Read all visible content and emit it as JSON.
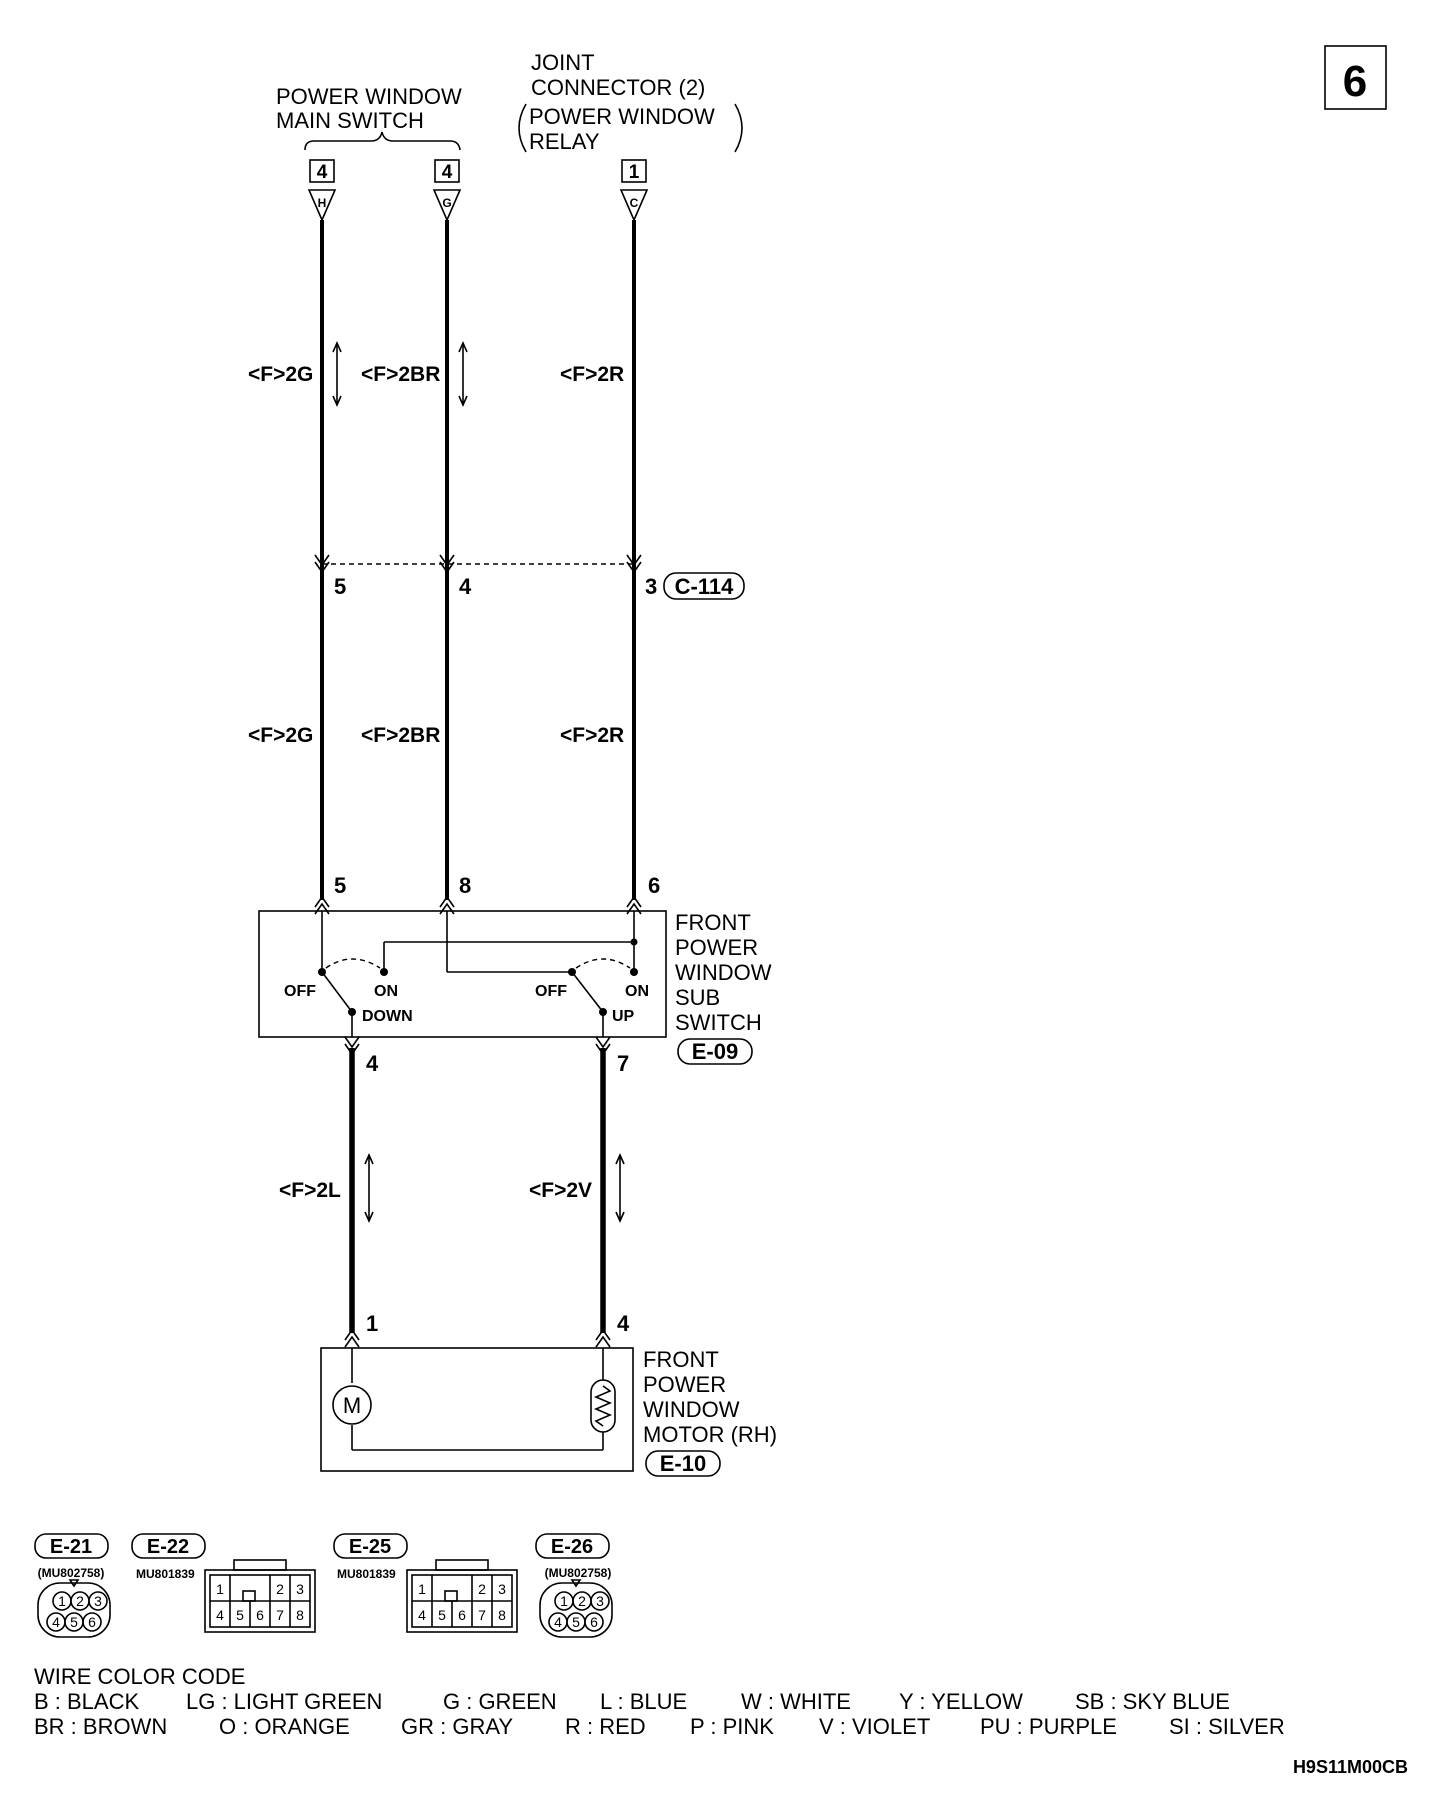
{
  "page_number": "6",
  "diagram_code": "H9S11M00CB",
  "top": {
    "main_switch_lines": [
      "POWER WINDOW",
      "MAIN SWITCH"
    ],
    "joint_lines": [
      "JOINT",
      "CONNECTOR (2)",
      "POWER WINDOW",
      "RELAY"
    ]
  },
  "terminals": [
    {
      "box": "4",
      "letter": "H"
    },
    {
      "box": "4",
      "letter": "G"
    },
    {
      "box": "1",
      "letter": "C"
    }
  ],
  "wire_labels": {
    "upper": [
      "<F>2G",
      "<F>2BR",
      "<F>2R"
    ],
    "middle": [
      "<F>2G",
      "<F>2BR",
      "<F>2R"
    ],
    "lower": [
      "<F>2L",
      "<F>2V"
    ]
  },
  "pins": {
    "junction": [
      "5",
      "4",
      "3"
    ],
    "switch_top": [
      "5",
      "8",
      "6"
    ],
    "switch_bottom": [
      "4",
      "7"
    ],
    "motor_top": [
      "1",
      "4"
    ]
  },
  "junction_connector": "C-114",
  "sub_switch": {
    "lines": [
      "FRONT",
      "POWER",
      "WINDOW",
      "SUB",
      "SWITCH"
    ],
    "connector": "E-09",
    "left": {
      "off": "OFF",
      "on": "ON",
      "dir": "DOWN"
    },
    "right": {
      "off": "OFF",
      "on": "ON",
      "dir": "UP"
    }
  },
  "motor": {
    "lines": [
      "FRONT",
      "POWER",
      "WINDOW",
      "MOTOR (RH)"
    ],
    "connector": "E-10",
    "symbol": "M"
  },
  "connector_views": [
    {
      "id": "E-21",
      "part": "(MU802758)",
      "pins": [
        "1",
        "2",
        "3",
        "4",
        "5",
        "6"
      ]
    },
    {
      "id": "E-22",
      "part": "MU801839",
      "pins": [
        "1",
        "2",
        "3",
        "4",
        "5",
        "6",
        "7",
        "8"
      ]
    },
    {
      "id": "E-25",
      "part": "MU801839",
      "pins": [
        "1",
        "2",
        "3",
        "4",
        "5",
        "6",
        "7",
        "8"
      ]
    },
    {
      "id": "E-26",
      "part": "(MU802758)",
      "pins": [
        "1",
        "2",
        "3",
        "4",
        "5",
        "6"
      ]
    }
  ],
  "wire_color_code": {
    "title": "WIRE COLOR CODE",
    "row1": [
      "B : BLACK",
      "LG : LIGHT GREEN",
      "G : GREEN",
      "L : BLUE",
      "W : WHITE",
      "Y : YELLOW",
      "SB : SKY BLUE"
    ],
    "row2": [
      "BR : BROWN",
      "O : ORANGE",
      "GR : GRAY",
      "R : RED",
      "P : PINK",
      "V : VIOLET",
      "PU : PURPLE",
      "SI : SILVER"
    ]
  }
}
